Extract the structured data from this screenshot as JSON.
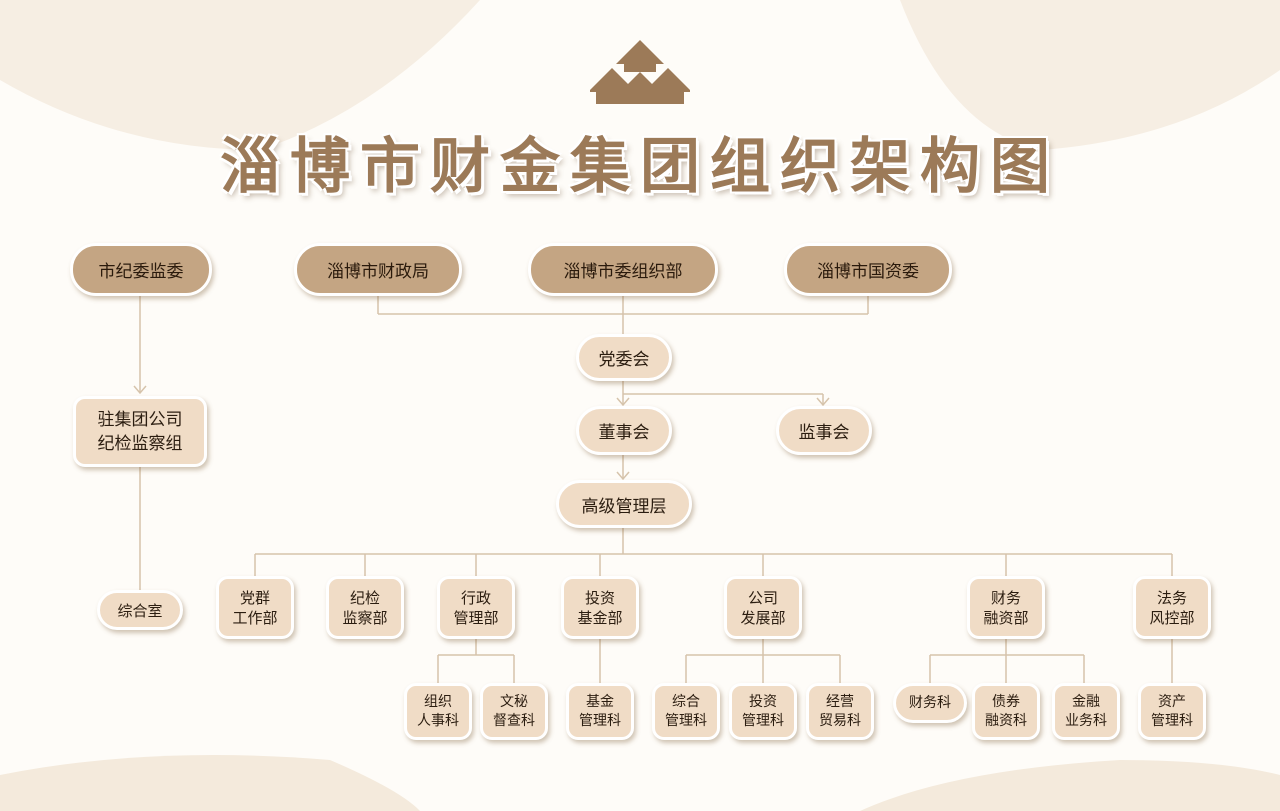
{
  "title": "淄博市财金集团组织架构图",
  "colors": {
    "primary": "#9c7a58",
    "box_dark": "#c4a583",
    "box_light": "#f0dcc6",
    "line": "#d6c3ab"
  },
  "logo": {
    "icon": "house-roof-logo-icon"
  },
  "nodes": {
    "jiwei": "市纪委监委",
    "caizheng": "淄博市财政局",
    "zuzhi": "淄博市委组织部",
    "guozi": "淄博市国资委",
    "dangwei": "党委会",
    "dongshi": "董事会",
    "jianshi": "监事会",
    "gaoguan": "高级管理层",
    "jijian_zu": "驻集团公司\n纪检监察组",
    "zonghe_shi": "综合室",
    "dangqun": "党群\n工作部",
    "jijian_bu": "纪检\n监察部",
    "xingzheng": "行政\n管理部",
    "touzi": "投资\n基金部",
    "fazhan": "公司\n发展部",
    "caiwu_bu": "财务\n融资部",
    "fawu": "法务\n风控部",
    "zuzhi_renshi": "组织\n人事科",
    "wenmi": "文秘\n督查科",
    "jijin_guanli": "基金\n管理科",
    "zonghe_guanli": "综合\n管理科",
    "touzi_guanli": "投资\n管理科",
    "jingying": "经营\n贸易科",
    "caiwu_ke": "财务科",
    "zhaiquan": "债券\n融资科",
    "jinrong": "金融\n业务科",
    "zichan": "资产\n管理科"
  }
}
